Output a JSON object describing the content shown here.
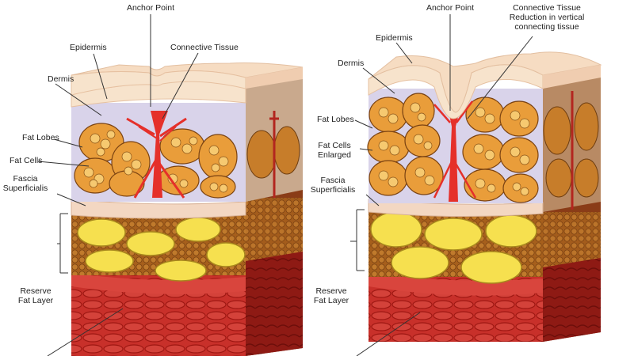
{
  "colors": {
    "skin": "#f7e3cc",
    "skin_edge": "#f0cdb0",
    "dermis": "#d9d3ea",
    "fascia": "#f3d7c2",
    "connective": "#e5302a",
    "fat_lobe": "#f3b552",
    "fat_cell_outline": "#8a5418",
    "tissue_bg": "#a8621e",
    "reserve_fat": "#f6e04f",
    "muscle": "#c22a25",
    "muscle_stripe": "#9e1712",
    "side_wall": "#8a3c17"
  },
  "left": {
    "anchor_point": "Anchor Point",
    "epidermis": "Epidermis",
    "connective_tissue": "Connective Tissue",
    "dermis": "Dermis",
    "fat_lobes": "Fat Lobes",
    "fat_cells": "Fat Cells",
    "fascia_superficialis": "Fascia\nSuperficialis",
    "reserve_fat_layer": "Reserve\nFat Layer"
  },
  "right": {
    "anchor_point": "Anchor Point",
    "connective_tissue_reduction": "Connective Tissue\nReduction in vertical\nconnecting tissue",
    "epidermis": "Epidermis",
    "dermis": "Dermis",
    "fat_lobes": "Fat Lobes",
    "fat_cells_enlarged": "Fat Cells\nEnlarged",
    "fascia_superficialis": "Fascia\nSuperficialis",
    "reserve_fat_layer": "Reserve\nFat Layer"
  }
}
